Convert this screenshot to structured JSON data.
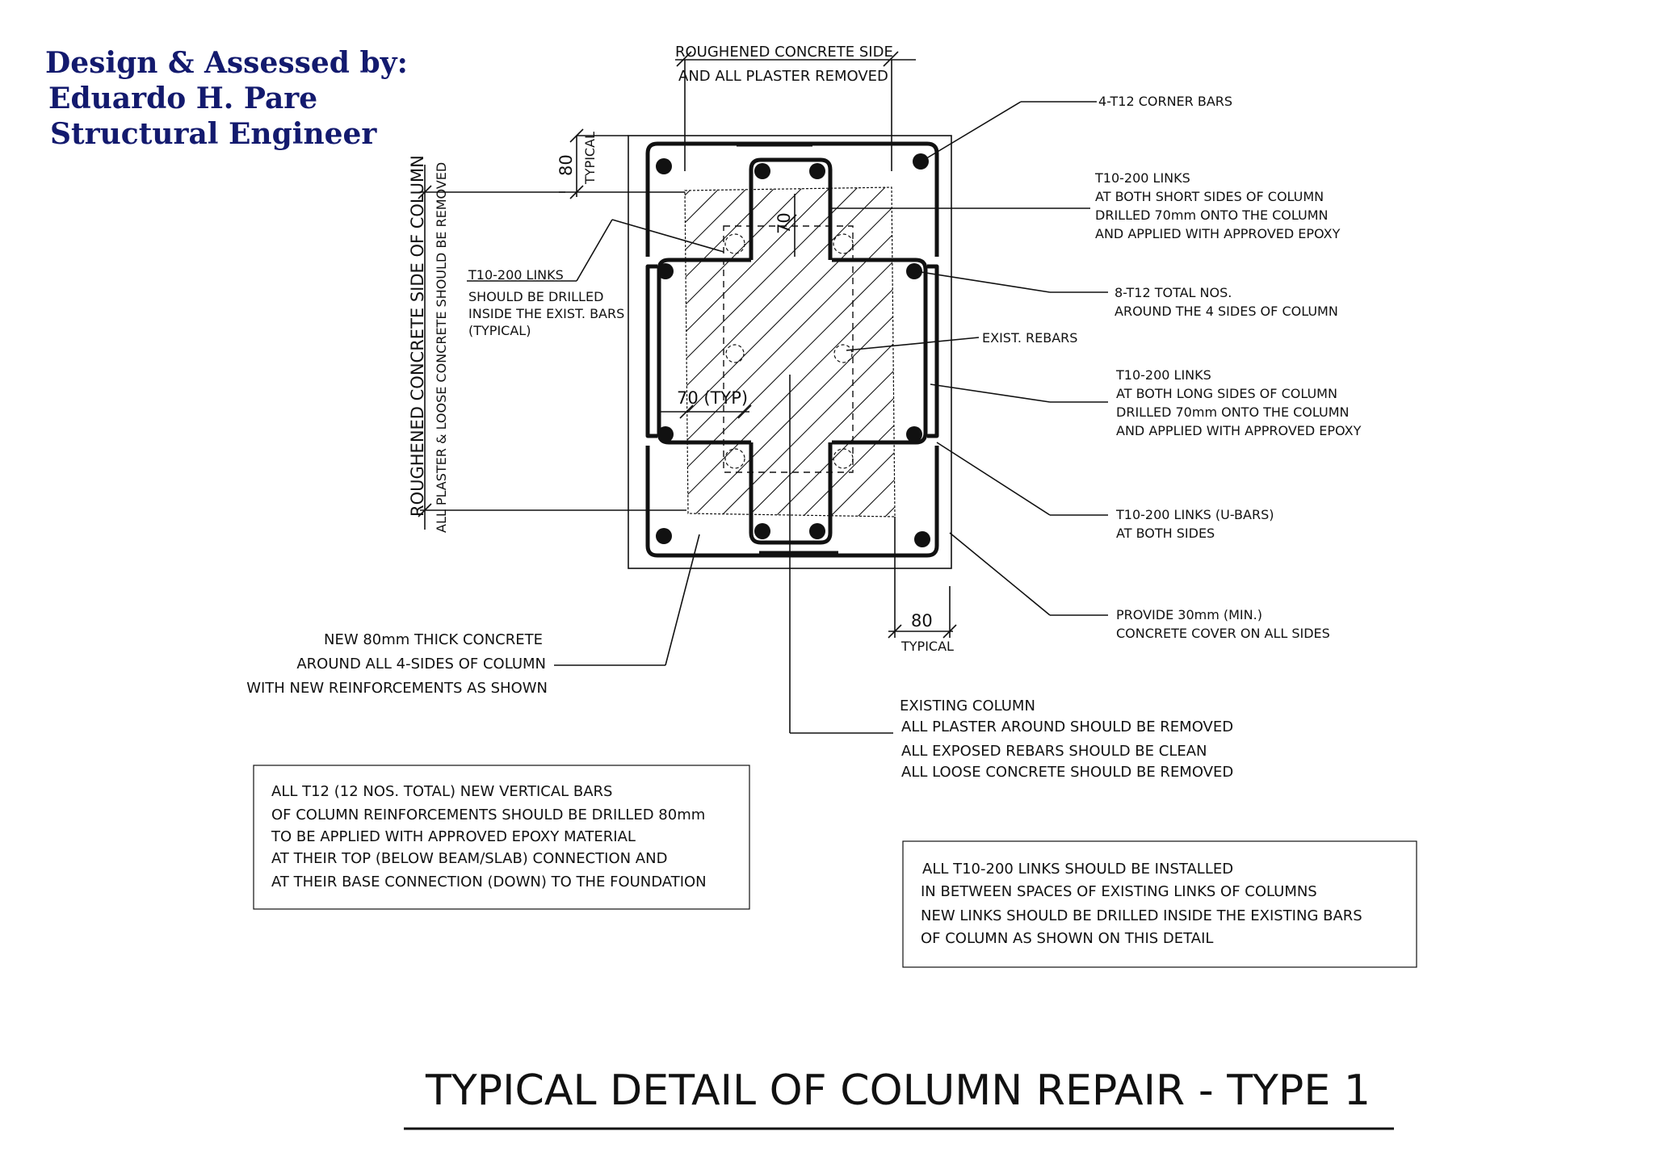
{
  "designer": {
    "line1": "Design & Assessed by:",
    "line2": "Eduardo H. Pare",
    "line3": "Structural Engineer"
  },
  "labels": {
    "roughened_top_1": "ROUGHENED CONCRETE SIDE",
    "roughened_top_2": "AND ALL PLASTER REMOVED",
    "corner_bars": "4-T12 CORNER BARS",
    "short_links_1": "T10-200 LINKS",
    "short_links_2": "AT BOTH SHORT SIDES OF COLUMN",
    "short_links_3": "DRILLED 70mm ONTO THE COLUMN",
    "short_links_4": "AND APPLIED WITH APPROVED EPOXY",
    "total_bars_1": "8-T12 TOTAL NOS.",
    "total_bars_2": "AROUND THE 4 SIDES OF COLUMN",
    "exist_rebars": "EXIST. REBARS",
    "long_links_1": "T10-200 LINKS",
    "long_links_2": "AT BOTH LONG SIDES OF COLUMN",
    "long_links_3": "DRILLED 70mm ONTO THE COLUMN",
    "long_links_4": "AND APPLIED WITH APPROVED EPOXY",
    "ubars_1": "T10-200 LINKS (U-BARS)",
    "ubars_2": "AT BOTH SIDES",
    "cover_1": "PROVIDE 30mm (MIN.)",
    "cover_2": "CONCRETE COVER ON ALL SIDES",
    "inner_links_1": "T10-200 LINKS",
    "inner_links_2": "SHOULD BE DRILLED",
    "inner_links_3": "INSIDE THE EXIST. BARS",
    "inner_links_4": "(TYPICAL)",
    "vertical_1": "ROUGHENED CONCRETE SIDE OF COLUMN",
    "vertical_2": "ALL PLASTER & LOOSE CONCRETE SHOULD BE REMOVED",
    "dim_80_top": "80",
    "dim_typical_top": "TYPICAL",
    "dim_70": "70",
    "dim_70_typ": "70 (TYP)",
    "dim_80_bottom": "80",
    "dim_typical_bottom": "TYPICAL",
    "new_concrete_1": "NEW 80mm THICK CONCRETE",
    "new_concrete_2": "AROUND ALL 4-SIDES OF COLUMN",
    "new_concrete_3": "WITH NEW REINFORCEMENTS AS SHOWN",
    "existing_1": "EXISTING COLUMN",
    "existing_2": "ALL PLASTER AROUND SHOULD BE REMOVED",
    "existing_3": "ALL EXPOSED REBARS SHOULD BE CLEAN",
    "existing_4": "ALL LOOSE CONCRETE SHOULD BE REMOVED"
  },
  "note_left": {
    "line1": "ALL T12 (12 NOS. TOTAL) NEW VERTICAL BARS",
    "line2": "OF COLUMN REINFORCEMENTS SHOULD BE DRILLED 80mm",
    "line3": "TO BE APPLIED WITH APPROVED EPOXY MATERIAL",
    "line4": "AT THEIR TOP (BELOW BEAM/SLAB) CONNECTION AND",
    "line5": "AT THEIR BASE CONNECTION (DOWN) TO THE FOUNDATION"
  },
  "note_right": {
    "line1": "ALL T10-200 LINKS SHOULD BE INSTALLED",
    "line2": "IN BETWEEN SPACES OF EXISTING LINKS OF COLUMNS",
    "line3": "NEW LINKS SHOULD BE DRILLED INSIDE THE EXISTING BARS",
    "line4": "OF COLUMN AS SHOWN ON THIS DETAIL"
  },
  "title": "TYPICAL DETAIL OF COLUMN REPAIR - TYPE 1"
}
